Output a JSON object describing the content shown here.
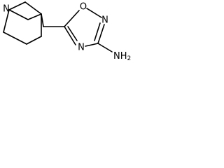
{
  "molecule": {
    "atoms": {
      "n_bridgehead": "N",
      "o_ring": "O",
      "n_ring_2": "N",
      "n_ring_4": "N",
      "nh2": "NH",
      "nh2_subscript": "2"
    }
  }
}
